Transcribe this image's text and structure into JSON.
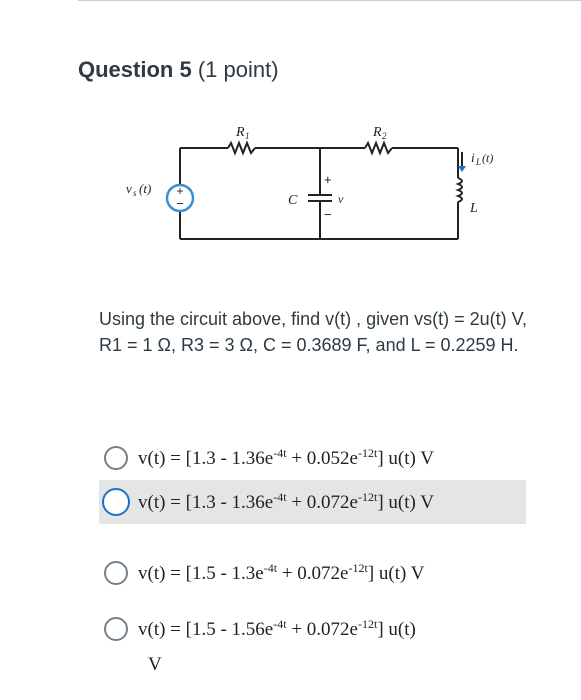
{
  "question": {
    "name": "Question 5",
    "points": "(1 point)"
  },
  "circuit": {
    "source_label": "v",
    "source_sub": "s",
    "source_arg": "(t)",
    "r1_label": "R",
    "r1_sub": "1",
    "r2_label": "R",
    "r2_sub": "2",
    "cap_label": "C",
    "cap_voltage_label": "v",
    "plus": "+",
    "minus": "−",
    "current_label": "i",
    "current_sub": "L",
    "current_arg": "(t)",
    "inductor_label": "L"
  },
  "prompt": "Using the circuit above, find v(t) , given vs(t) = 2u(t) V, R1 = 1 Ω, R3 = 3 Ω, C = 0.3689 F, and L = 0.2259 H.",
  "answers": [
    {
      "a": "v(t) = [1.3 - 1.36e",
      "e1": "-4t",
      "b": " + 0.052e",
      "e2": "-12t",
      "c": "] u(t) V"
    },
    {
      "a": "v(t) = [1.3 - 1.36e",
      "e1": "-4t",
      "b": " + 0.072e",
      "e2": "-12t",
      "c": "] u(t) V"
    },
    {
      "a": "v(t) = [1.5 - 1.3e",
      "e1": "-4t",
      "b": " + 0.072e",
      "e2": "-12t",
      "c": "] u(t) V"
    },
    {
      "a": "v(t) = [1.5 - 1.56e",
      "e1": "-4t",
      "b": " + 0.072e",
      "e2": "-12t",
      "c": "] u(t)"
    }
  ],
  "answer4_continued": "V",
  "selected_index": 1,
  "colors": {
    "selected_radio": "#1a73c9",
    "selected_row_bg": "#e5e5e5",
    "source_ring": "#3a8fd0"
  }
}
